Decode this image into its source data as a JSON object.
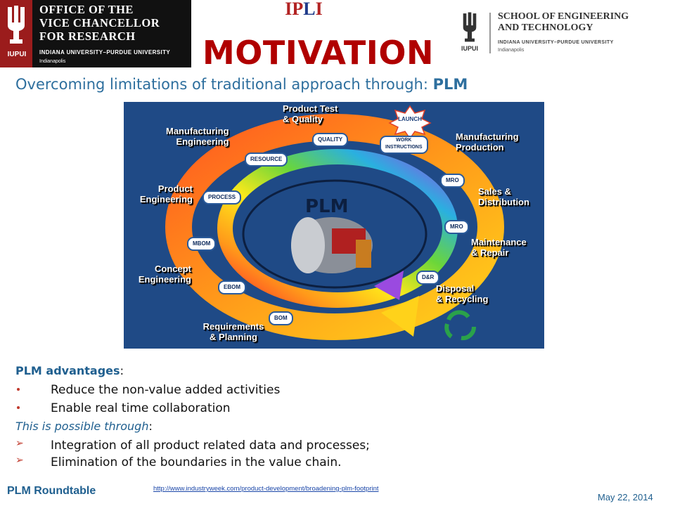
{
  "header": {
    "left_logo": {
      "mark": "IUPUI",
      "title": "OFFICE OF THE\nVICE CHANCELLOR\nFOR RESEARCH",
      "subtitle": "INDIANA UNIVERSITY–PURDUE UNIVERSITY",
      "city": "Indianapolis"
    },
    "brand": {
      "i": "I",
      "p": "P",
      "l": "L",
      "i2": "I"
    },
    "right_logo": {
      "mark": "IUPUI",
      "title": "SCHOOL OF ENGINEERING\nAND TECHNOLOGY",
      "subtitle": "INDIANA UNIVERSITY–PURDUE UNIVERSITY",
      "city": "Indianapolis"
    }
  },
  "slide": {
    "title": "MOTIVATION",
    "subtitle_prefix": "Overcoming limitations of traditional approach through: ",
    "subtitle_emph": "PLM"
  },
  "diagram": {
    "center_label": "PLM",
    "launch": "LAUNCH",
    "phases": [
      "Product Test\n& Quality",
      "Manufacturing\nEngineering",
      "Manufacturing\nProduction",
      "Product\nEngineering",
      "Sales &\nDistribution",
      "Maintenance\n& Repair",
      "Concept\nEngineering",
      "Disposal\n& Recycling",
      "Requirements\n& Planning"
    ],
    "nodes": [
      "QUALITY",
      "WORK\nINSTRUCTIONS",
      "RESOURCE",
      "MRO",
      "PROCESS",
      "MRO",
      "MBOM",
      "D&R",
      "EBOM",
      "BOM"
    ],
    "colors": {
      "background": "#1f4a86",
      "ring_start": "#ff5a1f",
      "ring_end": "#ffd21a"
    }
  },
  "content": {
    "advantages_title": "PLM advantages",
    "advantages_colon": ":",
    "advantages": [
      "Reduce the non-value added activities",
      "Enable real time collaboration"
    ],
    "through_label": "This is possible through",
    "through_colon": ":",
    "through_items": [
      "Integration of all product related data and processes;",
      "Elimination of the boundaries in the value chain."
    ]
  },
  "footer": {
    "left": "PLM Roundtable",
    "link": "http://www.industryweek.com/product-development/broadening-plm-footprint",
    "date": "May 22, 2014"
  },
  "colors": {
    "title_red": "#b00000",
    "accent_blue": "#2e6f9e",
    "bullet_red": "#c0392b"
  }
}
